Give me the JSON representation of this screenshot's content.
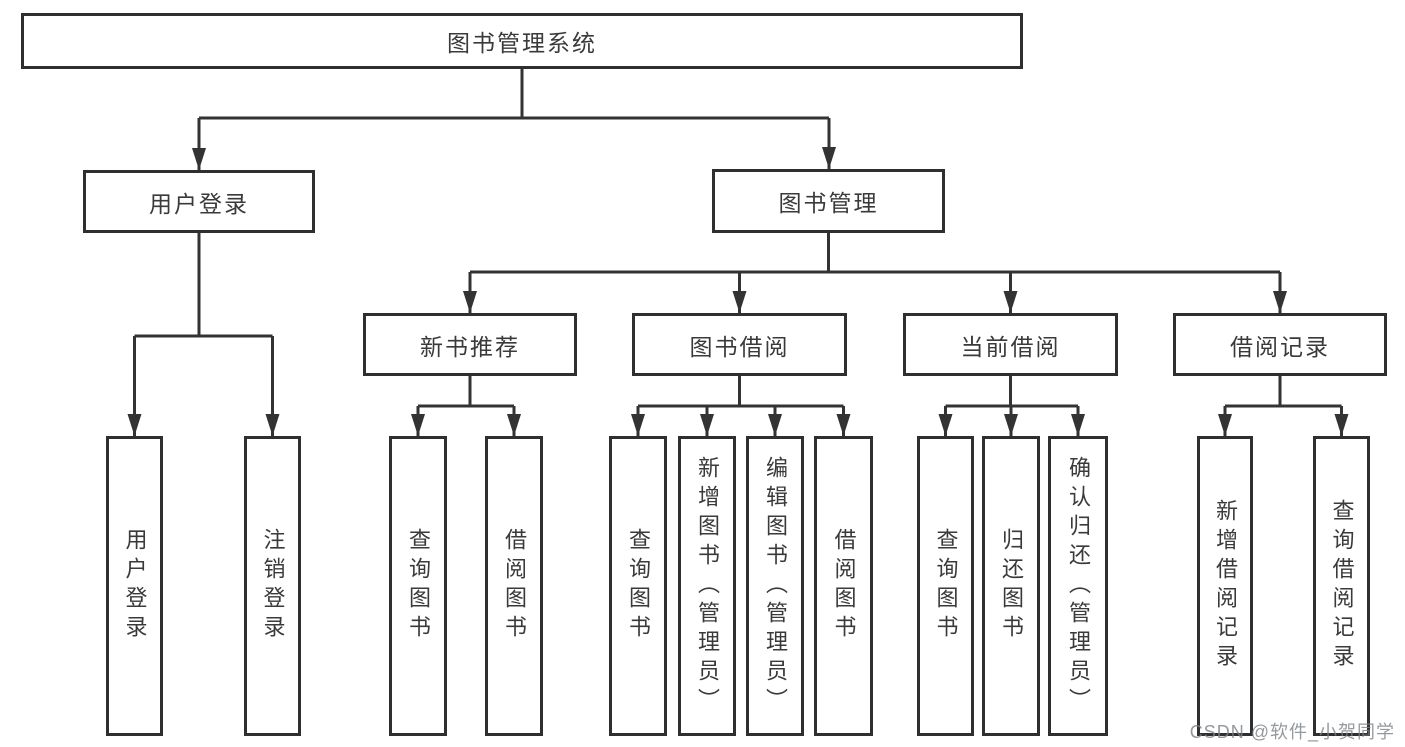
{
  "title": "图书管理系统",
  "tree": {
    "label": "图书管理系统",
    "children": [
      {
        "label": "用户登录",
        "children": [
          {
            "label": "用户登录"
          },
          {
            "label": "注销登录"
          }
        ]
      },
      {
        "label": "图书管理",
        "children": [
          {
            "label": "新书推荐",
            "children": [
              {
                "label": "查询图书"
              },
              {
                "label": "借阅图书"
              }
            ]
          },
          {
            "label": "图书借阅",
            "children": [
              {
                "label": "查询图书"
              },
              {
                "label": "新增图书（管理员）"
              },
              {
                "label": "编辑图书（管理员）"
              },
              {
                "label": "借阅图书"
              }
            ]
          },
          {
            "label": "当前借阅",
            "children": [
              {
                "label": "查询图书"
              },
              {
                "label": "归还图书"
              },
              {
                "label": "确认归还（管理员）"
              }
            ]
          },
          {
            "label": "借阅记录",
            "children": [
              {
                "label": "新增借阅记录"
              },
              {
                "label": "查询借阅记录"
              }
            ]
          }
        ]
      }
    ]
  },
  "watermark": "CSDN @软件_小贺同学",
  "colors": {
    "box_border": "#2f2f2f",
    "line": "#333333",
    "text": "#3a3a3a",
    "watermark": "#7d8288",
    "background": "#ffffff"
  }
}
